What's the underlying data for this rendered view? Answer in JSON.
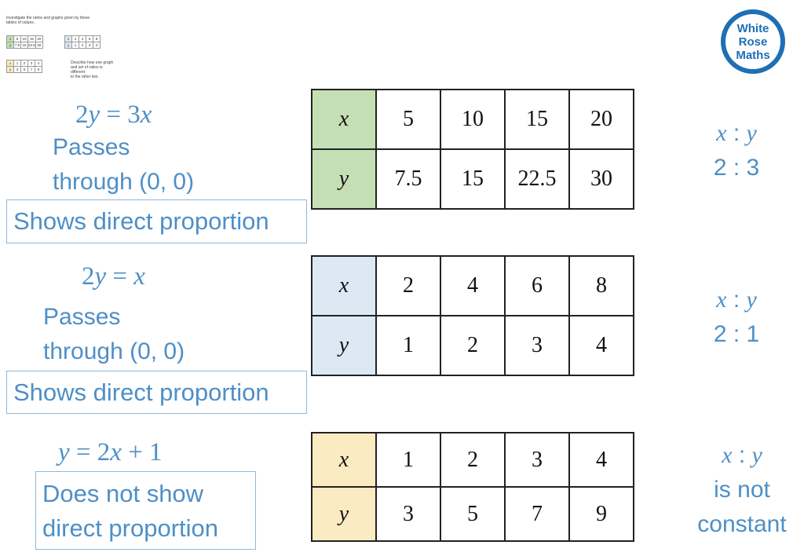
{
  "thumbnail": {
    "title_lines": [
      "Investigate the ratios and graphs given by these",
      "tables of values."
    ],
    "note_lines": [
      "Describe how one graph",
      "and set of ratios is different",
      "to the other two."
    ],
    "table1": [
      [
        "x",
        "5",
        "10",
        "15",
        "20"
      ],
      [
        "y",
        "7.5",
        "15",
        "22.5",
        "30"
      ]
    ],
    "table2": [
      [
        "x",
        "2",
        "4",
        "6",
        "8"
      ],
      [
        "y",
        "1",
        "2",
        "3",
        "4"
      ]
    ],
    "table3": [
      [
        "x",
        "1",
        "2",
        "3",
        "4"
      ],
      [
        "y",
        "3",
        "5",
        "7",
        "9"
      ]
    ]
  },
  "logo": {
    "line1": "White",
    "line2": "Rose",
    "line3": "Maths"
  },
  "colors": {
    "text_blue": "#4e8fc7",
    "table1_header": "#c5dfb4",
    "table2_header": "#dce9f5",
    "table3_header": "#fbebc2",
    "logo_blue": "#1e6fb5"
  },
  "sections": [
    {
      "equation": {
        "lhs_coef": "2",
        "lhs_var": "y",
        "eq": " = ",
        "rhs_coef": "3",
        "rhs_var": "x",
        "rhs_rest": ""
      },
      "line1": "Passes",
      "line2": "through (0, 0)",
      "box_lines": [
        "Shows direct proportion"
      ],
      "table": {
        "x": [
          "5",
          "10",
          "15",
          "20"
        ],
        "y": [
          "7.5",
          "15",
          "22.5",
          "30"
        ]
      },
      "ratio": {
        "var_x": "x",
        "sep": " : ",
        "var_y": "y",
        "line2": "2 : 3",
        "line3": ""
      }
    },
    {
      "equation": {
        "lhs_coef": "2",
        "lhs_var": "y",
        "eq": " = ",
        "rhs_coef": "",
        "rhs_var": "x",
        "rhs_rest": ""
      },
      "line1": "Passes",
      "line2": "through (0, 0)",
      "box_lines": [
        "Shows direct proportion"
      ],
      "table": {
        "x": [
          "2",
          "4",
          "6",
          "8"
        ],
        "y": [
          "1",
          "2",
          "3",
          "4"
        ]
      },
      "ratio": {
        "var_x": "x",
        "sep": " : ",
        "var_y": "y",
        "line2": "2 : 1",
        "line3": ""
      }
    },
    {
      "equation": {
        "lhs_coef": "",
        "lhs_var": "y",
        "eq": " = ",
        "rhs_coef": "2",
        "rhs_var": "x",
        "rhs_rest": " + 1"
      },
      "line1": "",
      "line2": "",
      "box_lines": [
        "Does not show",
        "direct proportion"
      ],
      "table": {
        "x": [
          "1",
          "2",
          "3",
          "4"
        ],
        "y": [
          "3",
          "5",
          "7",
          "9"
        ]
      },
      "ratio": {
        "var_x": "x",
        "sep": " : ",
        "var_y": "y",
        "line2": "is not",
        "line3": "constant"
      }
    }
  ]
}
